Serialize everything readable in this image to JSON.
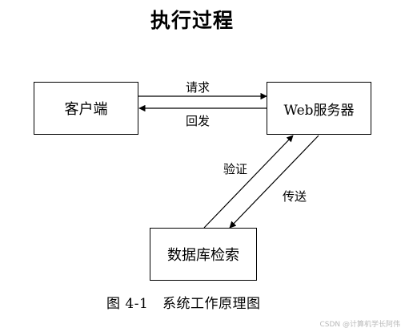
{
  "title": "执行过程",
  "nodes": {
    "client": "客户端",
    "web_server": "Web服务器",
    "database": "数据库检索"
  },
  "edges": {
    "request": "请求",
    "response": "回发",
    "verify": "验证",
    "transfer": "传送"
  },
  "caption": "图 4-1   系统工作原理图",
  "watermark": "CSDN @计算机学长阿伟"
}
